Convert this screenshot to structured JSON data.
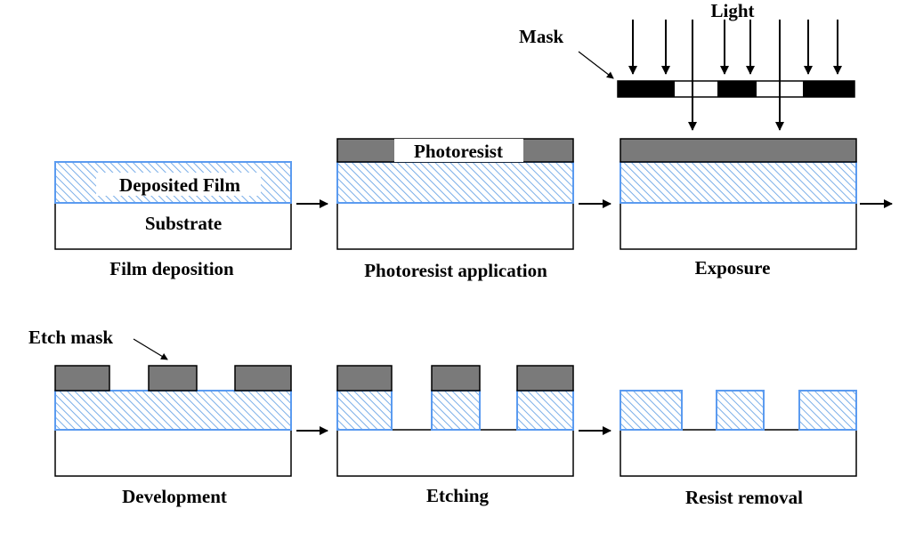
{
  "labels": {
    "light": "Light",
    "mask": "Mask",
    "photoresist": "Photoresist",
    "deposited_film": "Deposited Film",
    "substrate": "Substrate",
    "etch_mask": "Etch mask"
  },
  "steps": [
    {
      "caption": "Film deposition"
    },
    {
      "caption": "Photoresist application"
    },
    {
      "caption": "Exposure"
    },
    {
      "caption": "Development"
    },
    {
      "caption": "Etching"
    },
    {
      "caption": "Resist removal"
    }
  ],
  "colors": {
    "film_outline": "#5b9bf0",
    "film_hatch": "#7aaee8",
    "resist": "#7a7a7a",
    "mask_opaque": "#000000",
    "substrate": "#ffffff",
    "line": "#000000"
  }
}
